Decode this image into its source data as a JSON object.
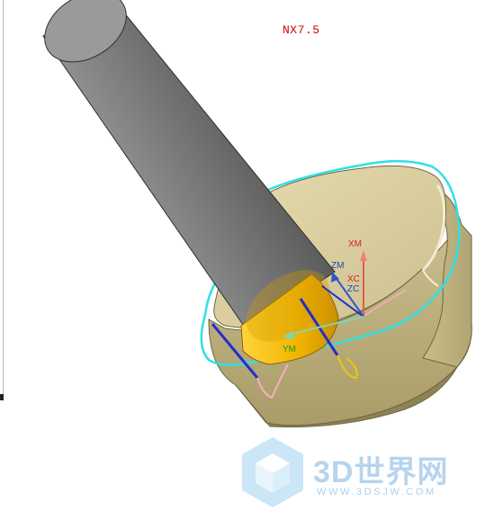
{
  "viewport": {
    "version_label": "NX7.5",
    "axes": {
      "xm": "XM",
      "xc": "XC",
      "zm": "ZM",
      "zc": "ZC",
      "ym": "YM"
    }
  },
  "watermark": {
    "brand": "3D世界网",
    "url": "WWW.3DSJW.COM"
  },
  "colors": {
    "part_face": "#d8cc9a",
    "part_side": "#c6b987",
    "part_dark": "#a89b69",
    "tool_shaft": "#7a7a7a",
    "tool_holder": "#f4b800",
    "boundary_curve": "#2fe0e6",
    "toolpath": "#1e2fd0",
    "version_text": "#d40000"
  }
}
